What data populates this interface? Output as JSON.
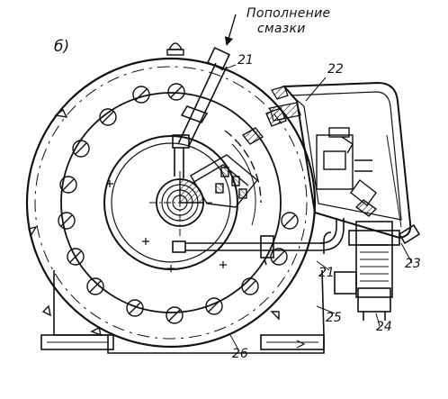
{
  "panel_label": "б)",
  "title": {
    "line1": "Пополнение",
    "line2": "смазки"
  },
  "callouts": [
    "21",
    "22",
    "21",
    "23",
    "25",
    "24",
    "26"
  ],
  "colors": {
    "ink": "#111111",
    "paper": "#ffffff"
  }
}
